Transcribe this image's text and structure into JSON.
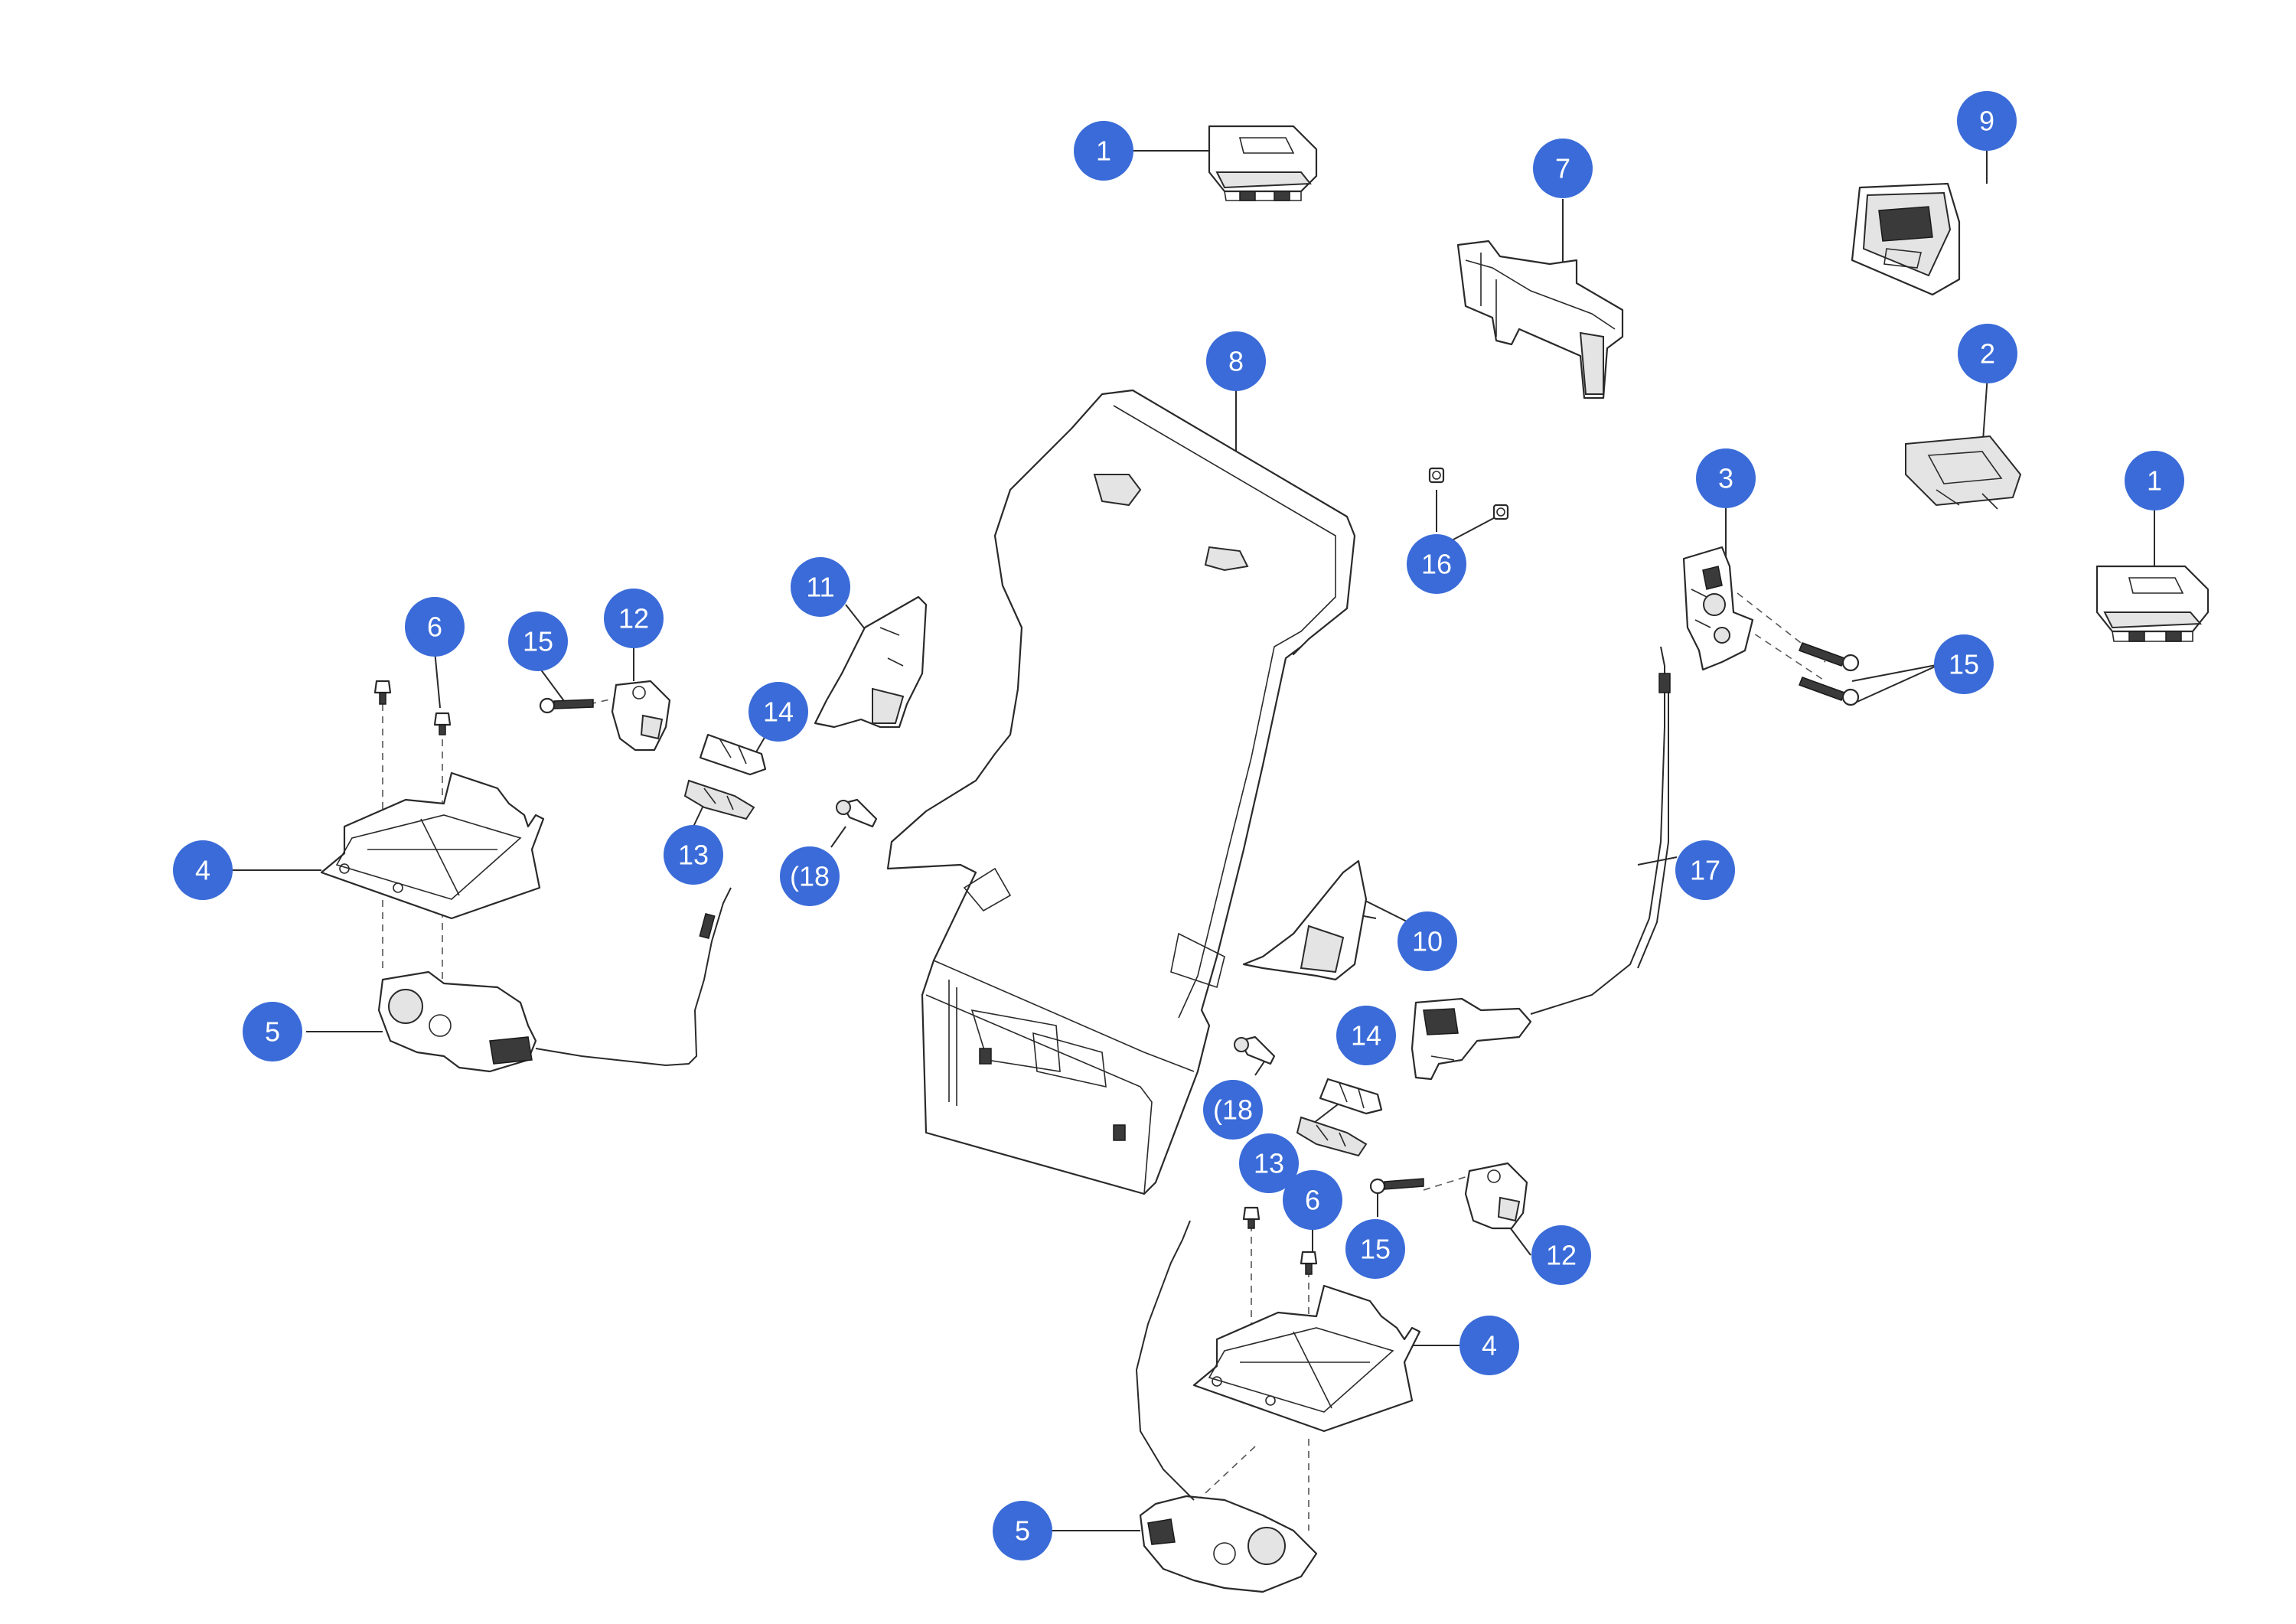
{
  "accent_color": "#3a6bd8",
  "callouts": [
    "1",
    "2",
    "3",
    "4",
    "5",
    "6",
    "7",
    "8",
    "9",
    "10",
    "11",
    "12",
    "13",
    "14",
    "15",
    "16",
    "17",
    "18"
  ],
  "callouts_text": {
    "c1a": "1",
    "c1b": "1",
    "c2": "2",
    "c3": "3",
    "c4a": "4",
    "c4b": "4",
    "c5a": "5",
    "c5b": "5",
    "c6a": "6",
    "c6b": "6",
    "c7": "7",
    "c8": "8",
    "c9": "9",
    "c10": "10",
    "c11": "11",
    "c12a": "12",
    "c12b": "12",
    "c13a": "13",
    "c13b": "13",
    "c14a": "14",
    "c14b": "14",
    "c15a": "15",
    "c15b": "15",
    "c15c": "15",
    "c16": "16",
    "c17": "17",
    "c18a": "(18",
    "c18b": "(18"
  }
}
